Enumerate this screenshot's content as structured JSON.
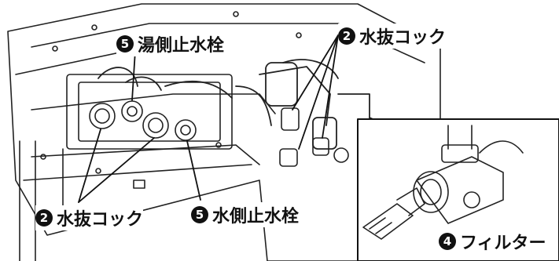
{
  "callouts": {
    "hot_stop": {
      "number": "5",
      "text": "湯側止水栓"
    },
    "drain_top": {
      "number": "2",
      "text": "水抜コック"
    },
    "drain_left": {
      "number": "2",
      "text": "水抜コック"
    },
    "cold_stop": {
      "number": "5",
      "text": "水側止水栓"
    },
    "filter": {
      "number": "4",
      "text": "フィルター"
    }
  }
}
